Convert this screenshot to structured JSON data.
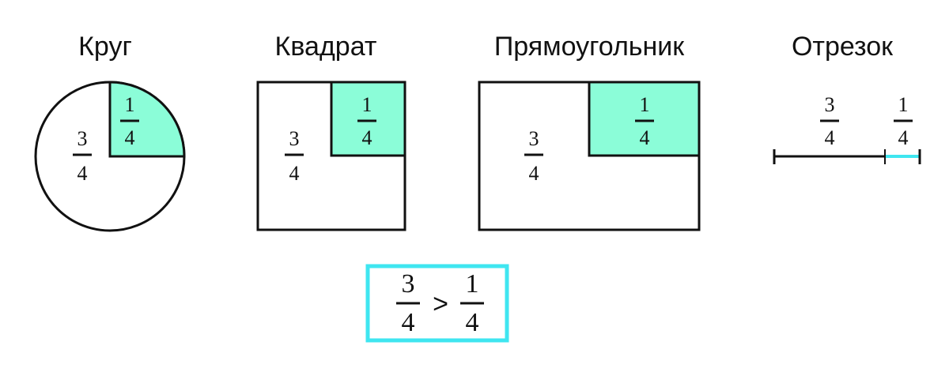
{
  "colors": {
    "shade": "#8BFDD8",
    "accent": "#3FE6F0",
    "stroke": "#111111"
  },
  "shapes": {
    "circle": {
      "title": "Круг",
      "part_num": "1",
      "part_den": "4",
      "rest_num": "3",
      "rest_den": "4"
    },
    "square": {
      "title": "Квадрат",
      "part_num": "1",
      "part_den": "4",
      "rest_num": "3",
      "rest_den": "4"
    },
    "rectangle": {
      "title": "Прямоугольник",
      "part_num": "1",
      "part_den": "4",
      "rest_num": "3",
      "rest_den": "4"
    },
    "segment": {
      "title": "Отрезок",
      "part_num": "1",
      "part_den": "4",
      "rest_num": "3",
      "rest_den": "4"
    }
  },
  "comparison": {
    "left_num": "3",
    "left_den": "4",
    "sign": ">",
    "right_num": "1",
    "right_den": "4"
  }
}
